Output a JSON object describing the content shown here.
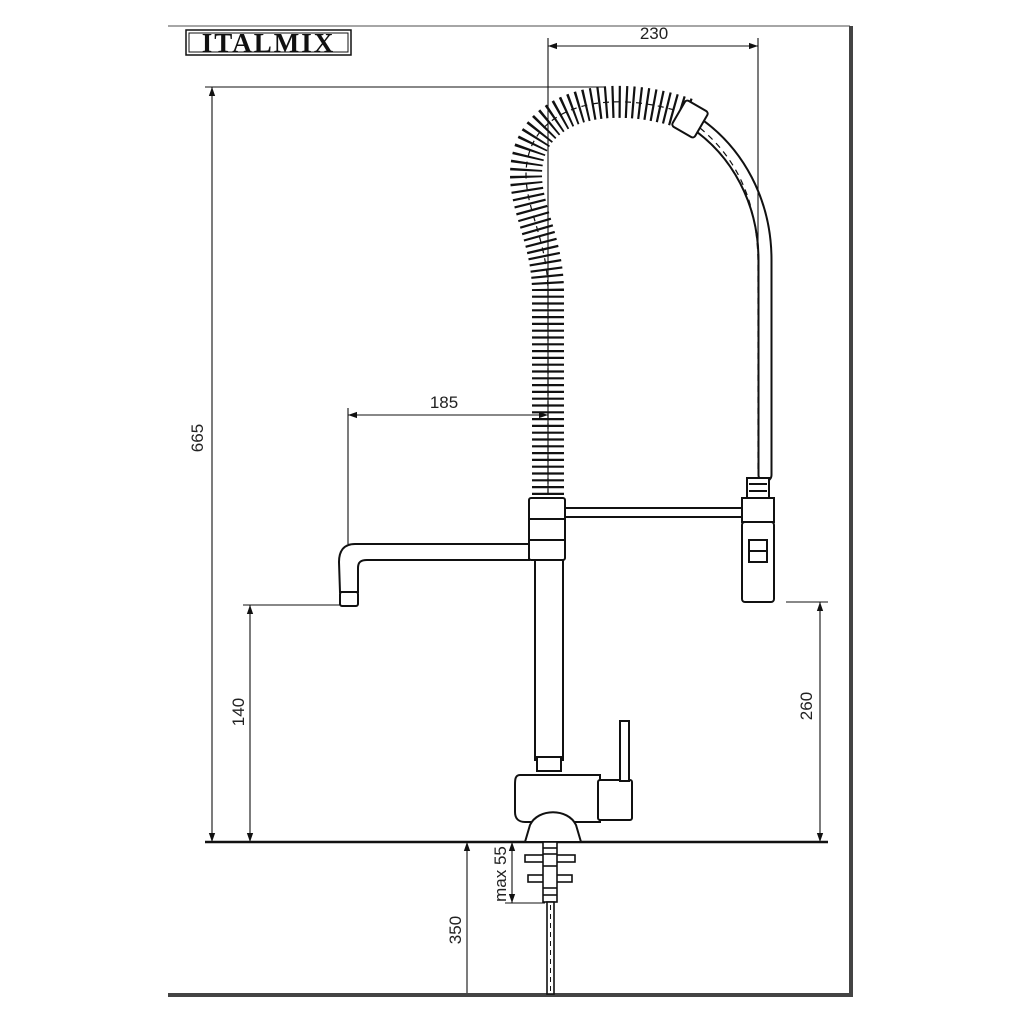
{
  "brand": {
    "name": "ITALMIX"
  },
  "dimensions": {
    "top_width": "230",
    "total_height": "665",
    "spout_reach": "185",
    "spout_height": "140",
    "spray_height": "260",
    "max_thickness": "max 55",
    "hose_length": "350"
  },
  "colors": {
    "line": "#111111",
    "frame": "#444444",
    "background": "#ffffff"
  }
}
